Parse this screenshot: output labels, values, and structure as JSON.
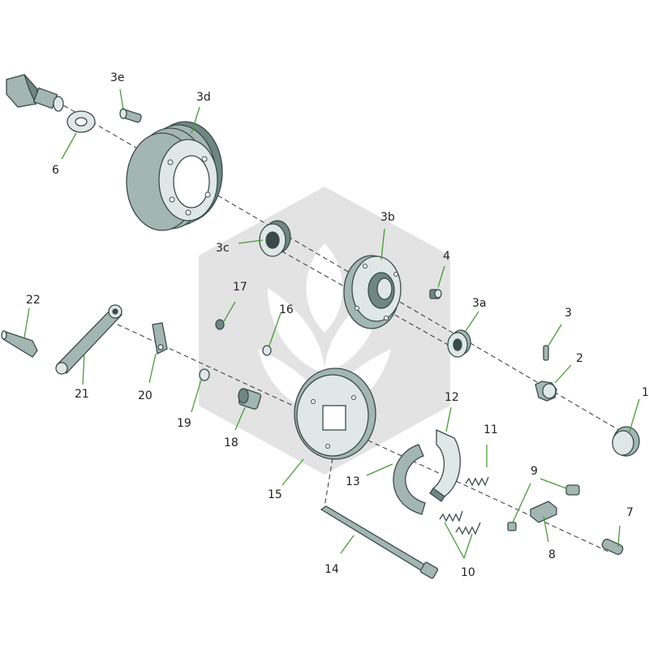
{
  "diagram": {
    "labels": {
      "l1": "1",
      "l2": "2",
      "l3": "3",
      "l3a": "3a",
      "l3b": "3b",
      "l3c": "3c",
      "l3d": "3d",
      "l3e": "3e",
      "l4": "4",
      "l6": "6",
      "l7": "7",
      "l8": "8",
      "l9": "9",
      "l10": "10",
      "l11": "11",
      "l12": "12",
      "l13": "13",
      "l14": "14",
      "l15": "15",
      "l16": "16",
      "l17": "17",
      "l18": "18",
      "l19": "19",
      "l20": "20",
      "l21": "21",
      "l22": "22"
    },
    "colors": {
      "part_fill": "#a4b6b2",
      "part_light": "#dfe8e6",
      "part_dark": "#6f8682",
      "leader": "#4a9a3a",
      "watermark": "#e3e3e3"
    }
  }
}
